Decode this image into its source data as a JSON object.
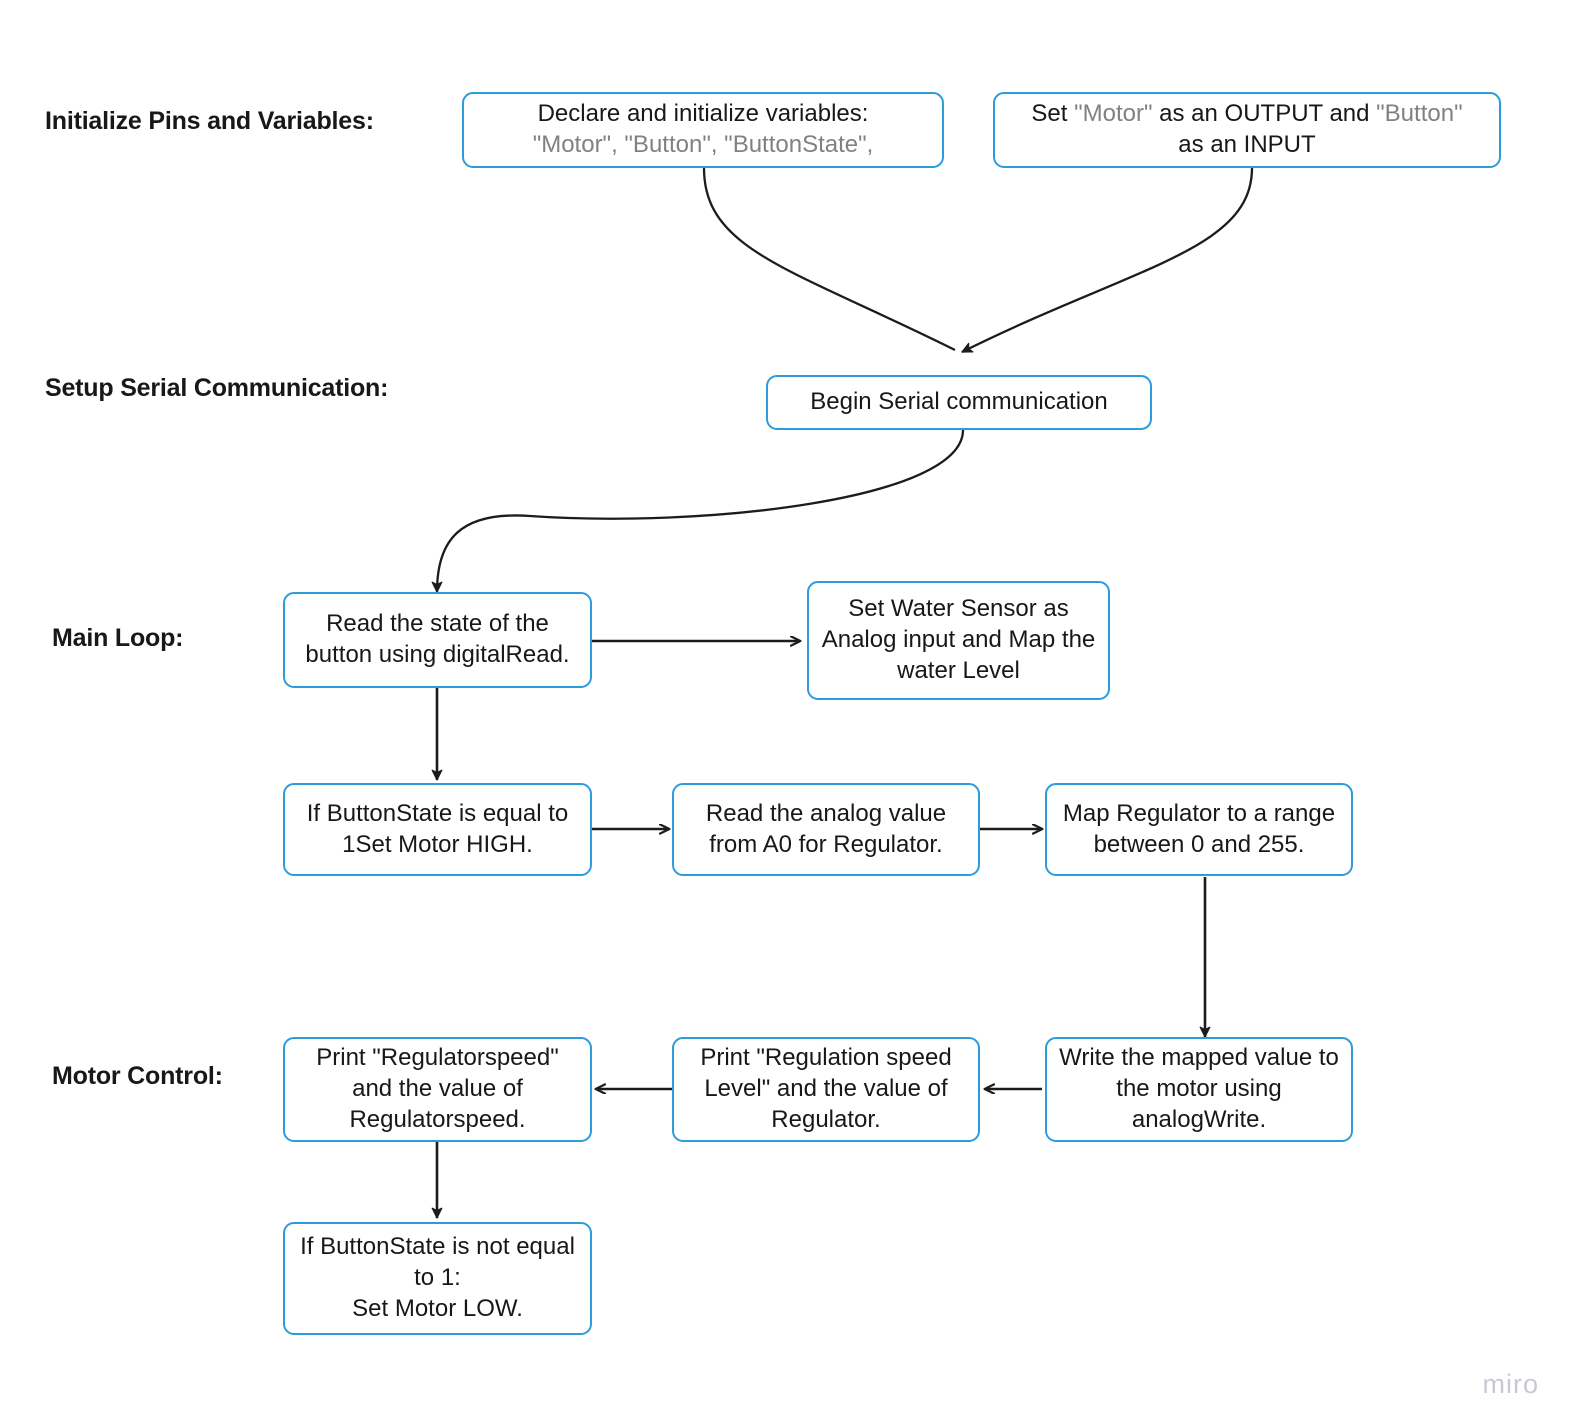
{
  "diagram": {
    "title": "Arduino Motor Control Flowchart",
    "background_color": "#ffffff",
    "node_border_color": "#2d9cdb",
    "node_text_color": "#16181a",
    "dim_text_color": "#818181",
    "connector_color": "#1c1c1c",
    "watermark": "miro"
  },
  "sections": [
    {
      "id": "init",
      "label": "Initialize Pins and Variables:"
    },
    {
      "id": "serial",
      "label": "Setup Serial Communication:"
    },
    {
      "id": "loop",
      "label": "Main Loop:"
    },
    {
      "id": "motor",
      "label": "Motor Control:"
    }
  ],
  "nodes": [
    {
      "id": "declare-variables",
      "line1": "Declare and initialize variables:",
      "line2": "\"Motor\", \"Button\", \"ButtonState\","
    },
    {
      "id": "set-pin-modes",
      "text": "Set \"Motor\" as an OUTPUT and \"Button\"\nas an INPUT",
      "pre": "Set ",
      "dim1": "\"Motor\"",
      "mid": " as an OUTPUT and ",
      "dim2": "\"Button\"",
      "post": "\nas an INPUT"
    },
    {
      "id": "begin-serial",
      "text": "Begin Serial communication"
    },
    {
      "id": "read-button",
      "text": "Read the state of the\nbutton using digitalRead."
    },
    {
      "id": "water-sensor",
      "text": "Set Water Sensor as\nAnalog input and Map the\nwater Level"
    },
    {
      "id": "buttonstate-high",
      "text": "If ButtonState is equal to\n1Set Motor HIGH."
    },
    {
      "id": "read-analog",
      "text": "Read the analog value\nfrom A0 for Regulator."
    },
    {
      "id": "map-regulator",
      "text": "Map Regulator to a range\nbetween 0 and 255."
    },
    {
      "id": "write-motor",
      "text": "Write the mapped value to\nthe motor using\nanalogWrite."
    },
    {
      "id": "print-regulation",
      "text": "Print \"Regulation speed\nLevel\" and the value of\nRegulator."
    },
    {
      "id": "print-regulatorspeed",
      "text": "Print \"Regulatorspeed\"\nand the value of\nRegulatorspeed."
    },
    {
      "id": "buttonstate-low",
      "text": "If ButtonState is not equal\nto 1:\nSet Motor LOW."
    }
  ]
}
